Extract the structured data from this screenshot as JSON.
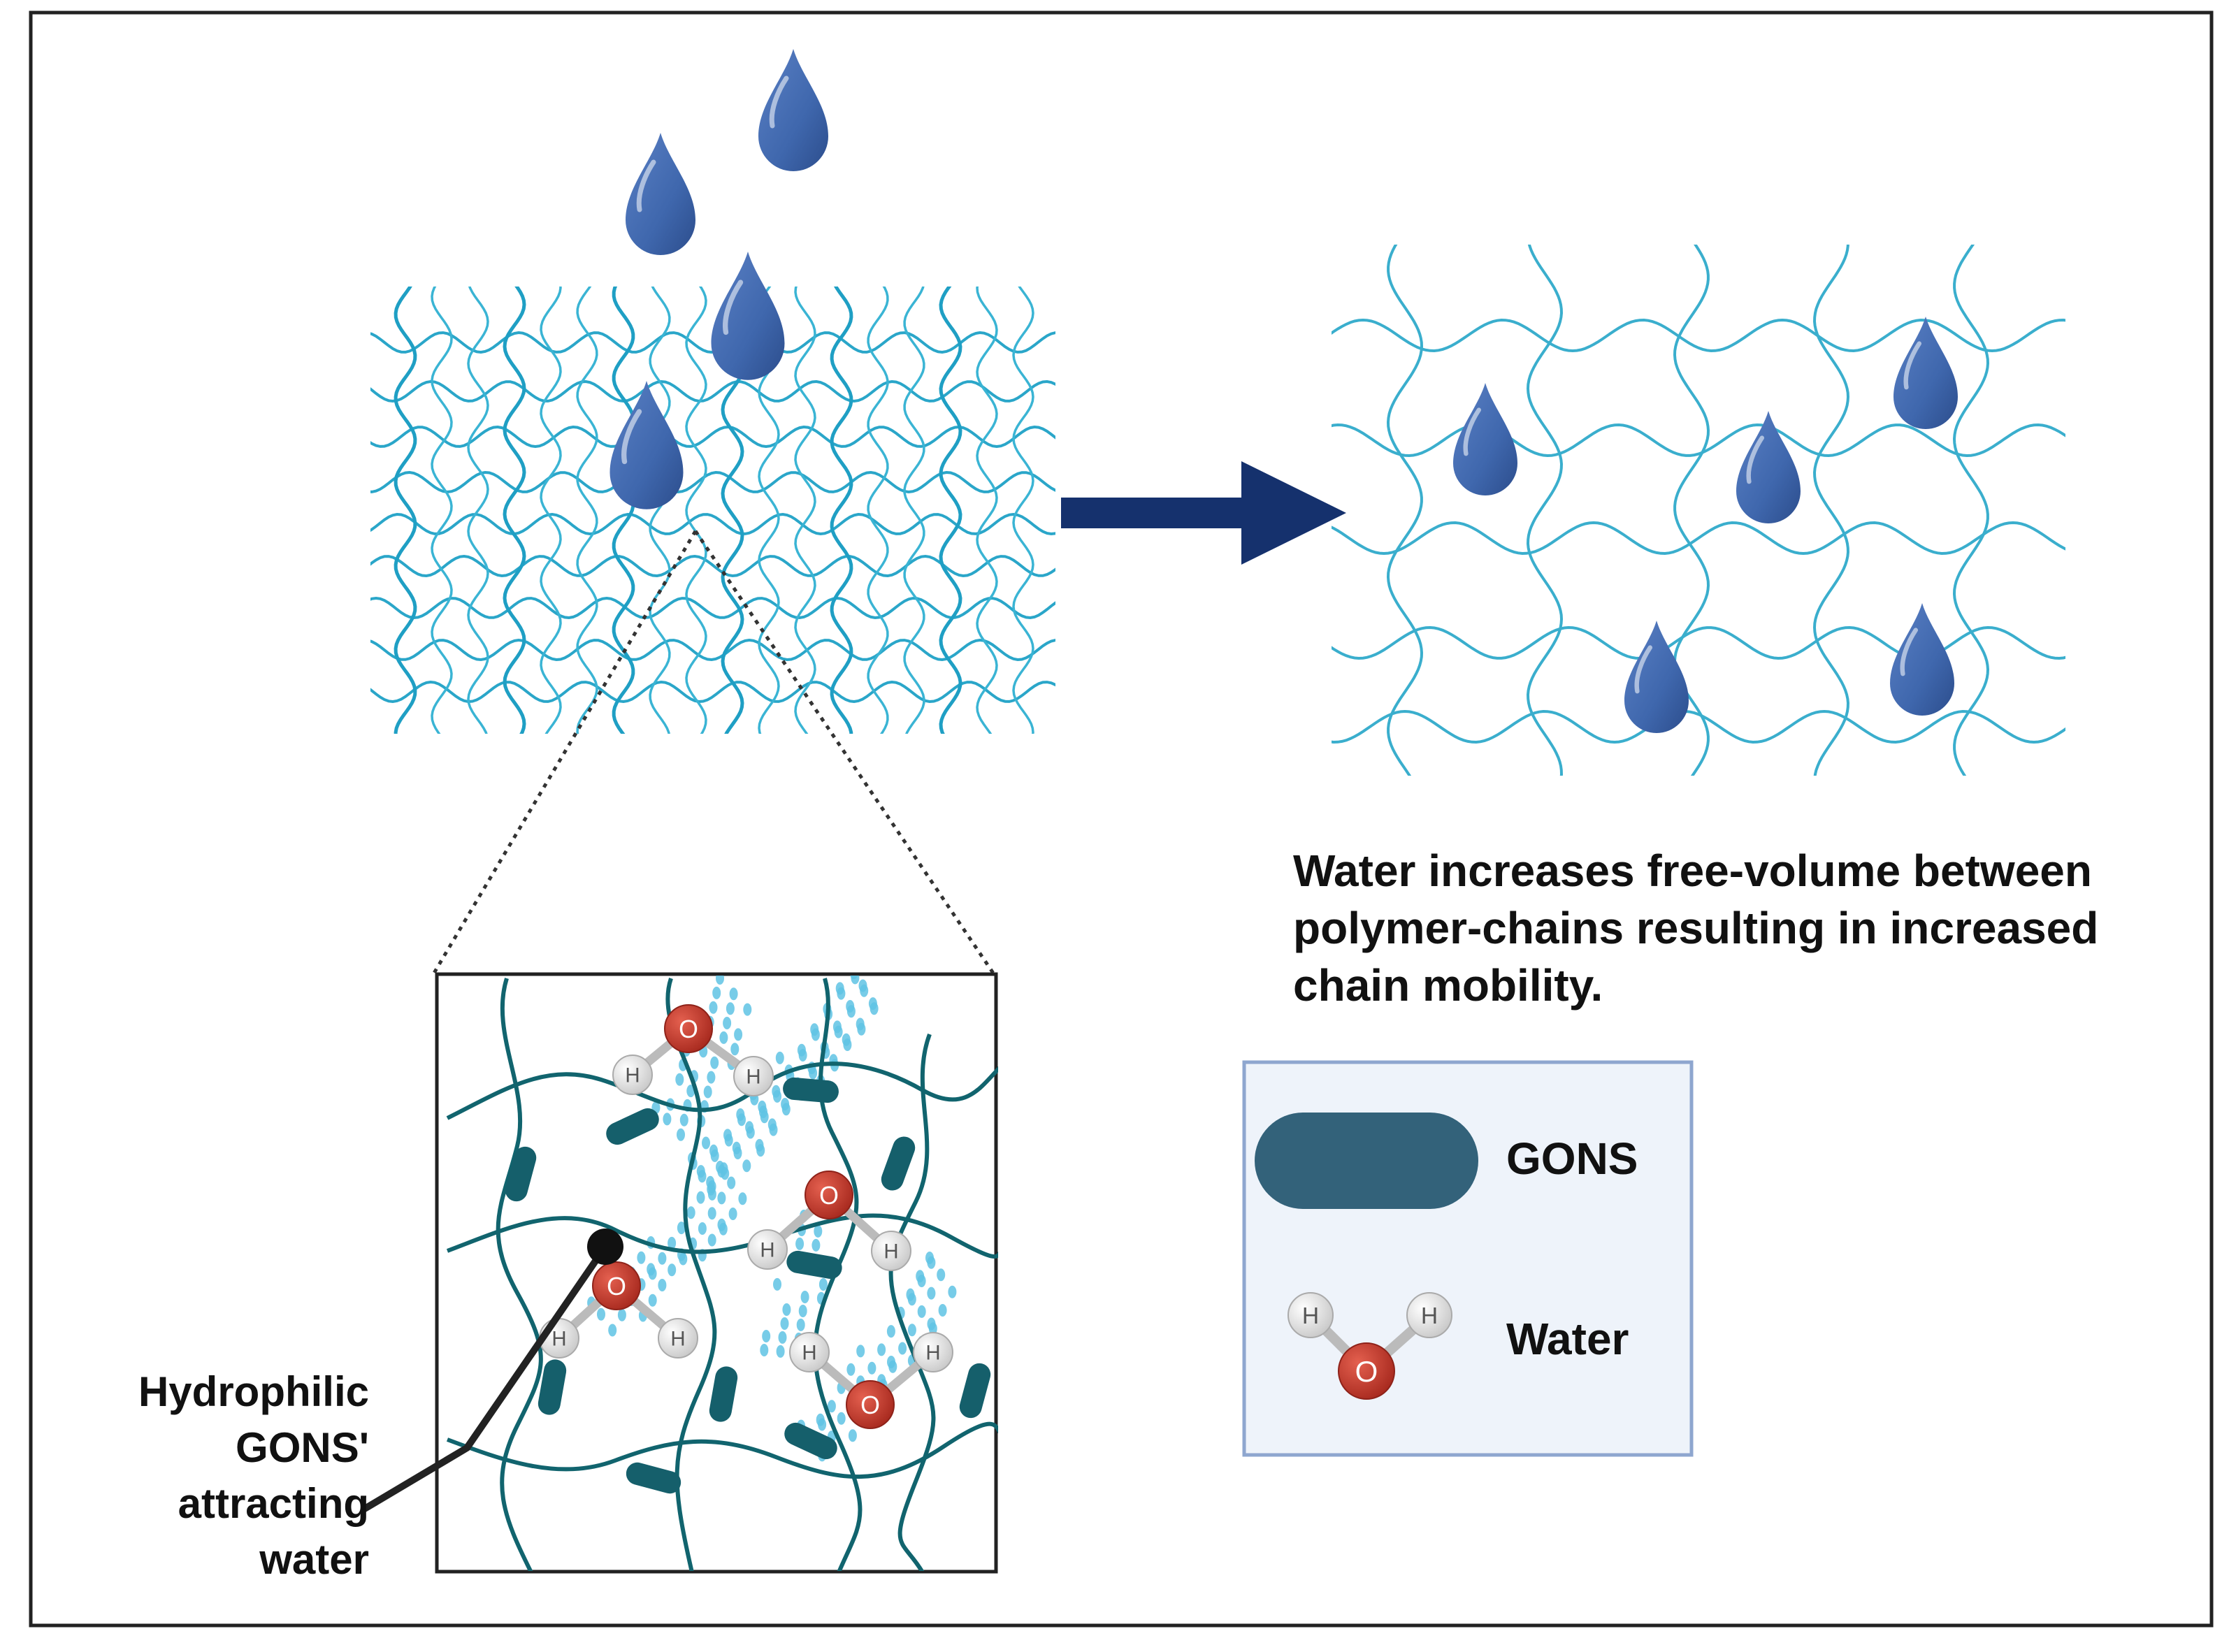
{
  "colors": {
    "frame": "#222222",
    "polymer_chain": "#3aaecd",
    "dense_chain": "#1f9fc4",
    "inset_chain": "#11646e",
    "gons": "#33627a",
    "gons_inset": "#155f6b",
    "droplet": "#3f67ad",
    "droplet_dark": "#2c4d8c",
    "arrow": "#15316d",
    "oxygen": "#c63a2c",
    "hydrogen": "#dddddd",
    "water_spray": "#5fc3e4",
    "legend_bg": "#eef3fa",
    "legend_border": "#8ea6cf"
  },
  "icons": {
    "droplet": "water-drop-icon",
    "arrow": "right-arrow-icon",
    "oxygen": "oxygen-atom-icon",
    "hydrogen": "hydrogen-atom-icon",
    "gons": "gons-capsule-icon"
  },
  "description_lines": [
    "Water increases free-volume between",
    "polymer-chains resulting in increased",
    "chain mobility."
  ],
  "callout_lines": [
    "Hydrophilic",
    "GONS'",
    "attracting",
    "water"
  ],
  "legend": {
    "gons_label": "GONS",
    "water_label": "Water"
  },
  "atom_labels": {
    "oxygen": "O",
    "hydrogen": "H"
  }
}
